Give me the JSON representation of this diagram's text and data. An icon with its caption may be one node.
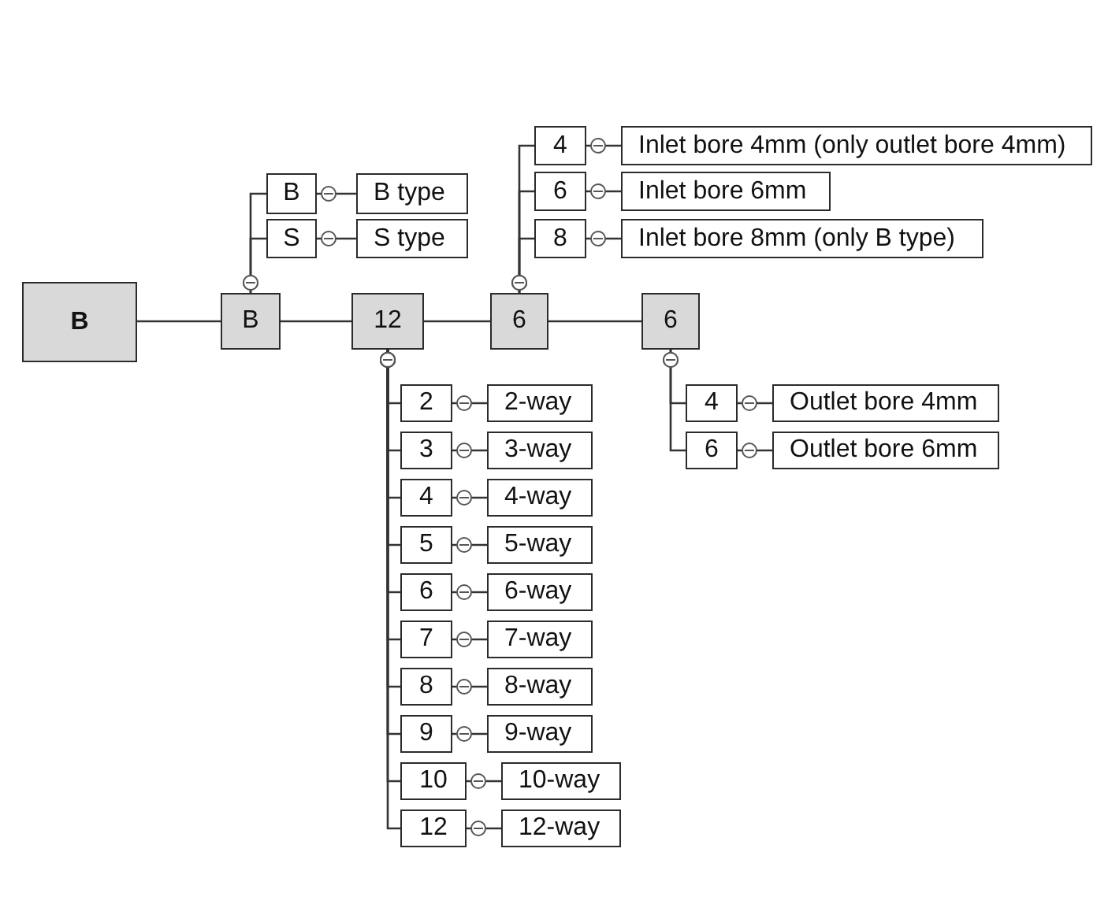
{
  "diagram": {
    "nodes": [
      {
        "text": [
          "B"
        ]
      },
      {
        "text": [
          "B"
        ]
      },
      {
        "text": [
          "12"
        ]
      },
      {
        "text": [
          "6"
        ]
      },
      {
        "text": [
          "6"
        ]
      },
      {
        "text": [
          "B"
        ]
      },
      {
        "text": [
          "B type"
        ]
      },
      {
        "text": [
          "S"
        ]
      },
      {
        "text": [
          "S type"
        ]
      },
      {
        "text": [
          "4"
        ]
      },
      {
        "text": [
          "Inlet bore 4mm (only outlet bore 4mm)"
        ]
      },
      {
        "text": [
          "6"
        ]
      },
      {
        "text": [
          "Inlet bore 6mm"
        ]
      },
      {
        "text": [
          "8"
        ]
      },
      {
        "text": [
          "Inlet bore 8mm (only B type)"
        ]
      },
      {
        "text": [
          "2"
        ]
      },
      {
        "text": [
          "2-way"
        ]
      },
      {
        "text": [
          "3"
        ]
      },
      {
        "text": [
          "3-way"
        ]
      },
      {
        "text": [
          "4"
        ]
      },
      {
        "text": [
          "4-way"
        ]
      },
      {
        "text": [
          "5"
        ]
      },
      {
        "text": [
          "5-way"
        ]
      },
      {
        "text": [
          "6"
        ]
      },
      {
        "text": [
          "6-way"
        ]
      },
      {
        "text": [
          "7"
        ]
      },
      {
        "text": [
          "7-way"
        ]
      },
      {
        "text": [
          "8"
        ]
      },
      {
        "text": [
          "8-way"
        ]
      },
      {
        "text": [
          "9"
        ]
      },
      {
        "text": [
          "9-way"
        ]
      },
      {
        "text": [
          "10"
        ]
      },
      {
        "text": [
          "10-way"
        ]
      },
      {
        "text": [
          "12"
        ]
      },
      {
        "text": [
          "12-way"
        ]
      },
      {
        "text": [
          "4"
        ]
      },
      {
        "text": [
          "Outlet bore 4mm"
        ]
      },
      {
        "text": [
          "6"
        ]
      },
      {
        "text": [
          "Outlet bore 6mm"
        ]
      }
    ],
    "edges": [
      {
        "from": 0,
        "to": 1,
        "arrow": "none"
      },
      {
        "from": 1,
        "to": 2,
        "arrow": "none"
      },
      {
        "from": 2,
        "to": 3,
        "arrow": "none"
      },
      {
        "from": 3,
        "to": 4,
        "arrow": "none"
      },
      {
        "from": 1,
        "to": 5,
        "arrow": "other"
      },
      {
        "from": 1,
        "to": 7,
        "arrow": "other"
      },
      {
        "from": 5,
        "to": 6,
        "arrow": "other"
      },
      {
        "from": 7,
        "to": 8,
        "arrow": "other"
      },
      {
        "from": 3,
        "to": 9,
        "arrow": "other"
      },
      {
        "from": 3,
        "to": 11,
        "arrow": "other"
      },
      {
        "from": 3,
        "to": 13,
        "arrow": "other"
      },
      {
        "from": 9,
        "to": 10,
        "arrow": "other"
      },
      {
        "from": 11,
        "to": 12,
        "arrow": "other"
      },
      {
        "from": 13,
        "to": 14,
        "arrow": "other"
      },
      {
        "from": 2,
        "to": 15,
        "arrow": "other"
      },
      {
        "from": 2,
        "to": 17,
        "arrow": "other"
      },
      {
        "from": 2,
        "to": 19,
        "arrow": "other"
      },
      {
        "from": 2,
        "to": 21,
        "arrow": "other"
      },
      {
        "from": 2,
        "to": 23,
        "arrow": "other"
      },
      {
        "from": 2,
        "to": 25,
        "arrow": "other"
      },
      {
        "from": 2,
        "to": 27,
        "arrow": "other"
      },
      {
        "from": 2,
        "to": 29,
        "arrow": "other"
      },
      {
        "from": 2,
        "to": 31,
        "arrow": "other"
      },
      {
        "from": 2,
        "to": 33,
        "arrow": "other"
      },
      {
        "from": 15,
        "to": 16,
        "arrow": "other"
      },
      {
        "from": 17,
        "to": 18,
        "arrow": "other"
      },
      {
        "from": 19,
        "to": 20,
        "arrow": "other"
      },
      {
        "from": 21,
        "to": 22,
        "arrow": "other"
      },
      {
        "from": 23,
        "to": 24,
        "arrow": "other"
      },
      {
        "from": 25,
        "to": 26,
        "arrow": "other"
      },
      {
        "from": 27,
        "to": 28,
        "arrow": "other"
      },
      {
        "from": 29,
        "to": 30,
        "arrow": "other"
      },
      {
        "from": 31,
        "to": 32,
        "arrow": "other"
      },
      {
        "from": 33,
        "to": 34,
        "arrow": "other"
      },
      {
        "from": 4,
        "to": 35,
        "arrow": "other"
      },
      {
        "from": 4,
        "to": 37,
        "arrow": "other"
      },
      {
        "from": 35,
        "to": 36,
        "arrow": "other"
      },
      {
        "from": 37,
        "to": 38,
        "arrow": "other"
      }
    ]
  }
}
